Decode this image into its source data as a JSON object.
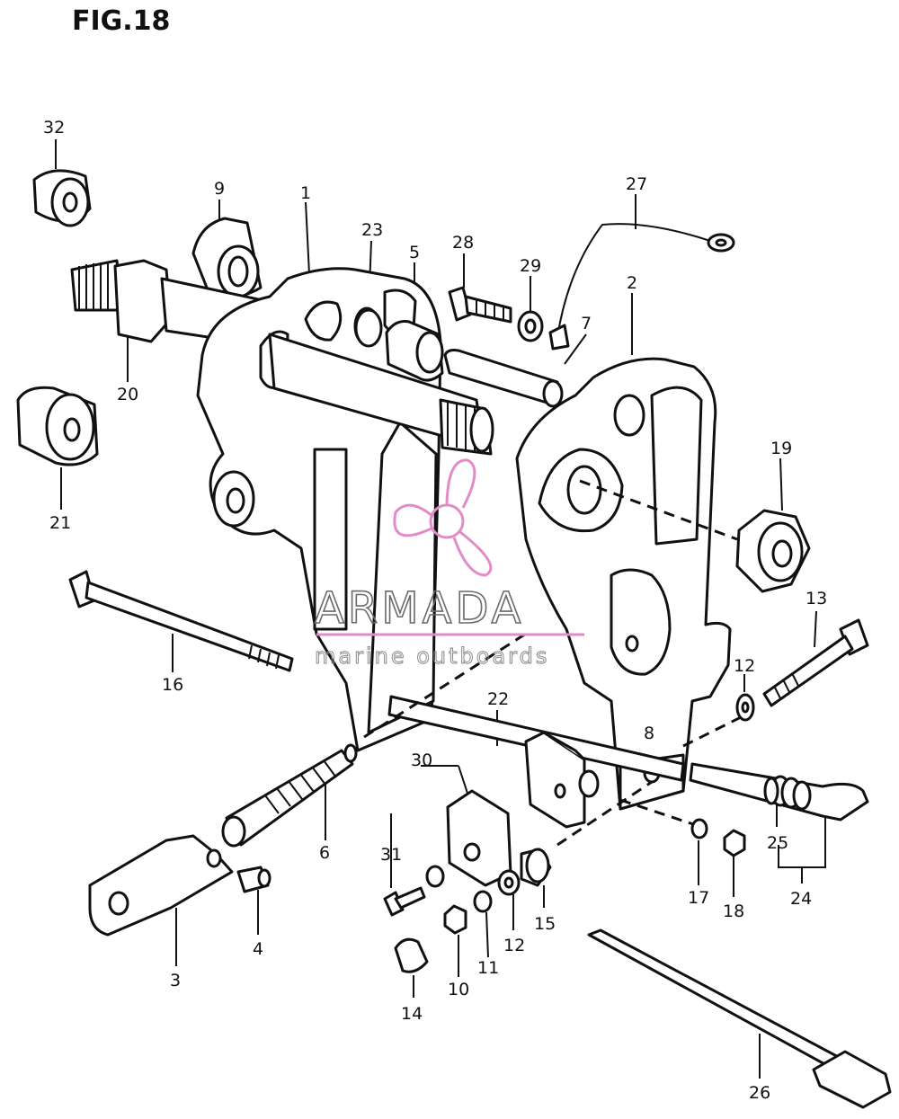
{
  "figure": {
    "title": "FIG.18"
  },
  "watermark": {
    "brand": "ARMADA",
    "tagline": "marine outboards",
    "logo": "propeller-logo",
    "accent_color": "#e28cc7"
  },
  "callouts": [
    "32",
    "9",
    "1",
    "23",
    "5",
    "28",
    "29",
    "27",
    "7",
    "2",
    "20",
    "21",
    "19",
    "16",
    "13",
    "12",
    "22",
    "8",
    "30",
    "6",
    "31",
    "3",
    "4",
    "10",
    "11",
    "12",
    "15",
    "17",
    "18",
    "25",
    "24",
    "14",
    "26"
  ]
}
